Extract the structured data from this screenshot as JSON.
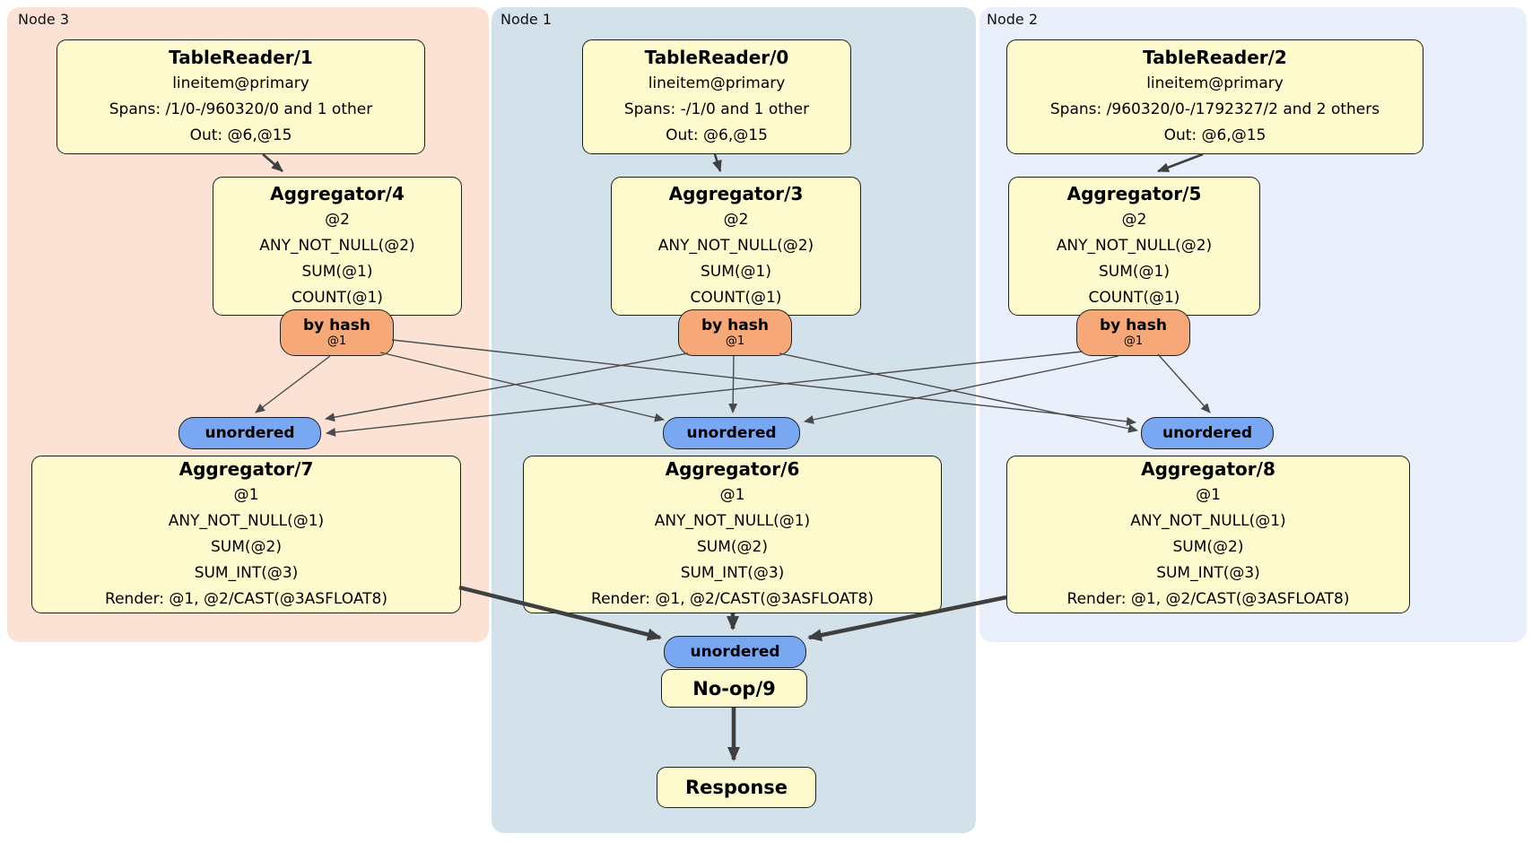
{
  "regions": [
    {
      "label": "Node 3",
      "fill": "#fbe2d5"
    },
    {
      "label": "Node 1",
      "fill": "#d2e1ea"
    },
    {
      "label": "Node 2",
      "fill": "#eaf0fb"
    }
  ],
  "processors": {
    "tablereader1": {
      "title": "TableReader/1",
      "lines": [
        "lineitem@primary",
        "Spans: /1/0-/960320/0 and 1 other",
        "Out: @6,@15"
      ]
    },
    "tablereader0": {
      "title": "TableReader/0",
      "lines": [
        "lineitem@primary",
        "Spans: -/1/0 and 1 other",
        "Out: @6,@15"
      ]
    },
    "tablereader2": {
      "title": "TableReader/2",
      "lines": [
        "lineitem@primary",
        "Spans: /960320/0-/1792327/2 and 2 others",
        "Out: @6,@15"
      ]
    },
    "aggregator4": {
      "title": "Aggregator/4",
      "lines": [
        "@2",
        "ANY_NOT_NULL(@2)",
        "SUM(@1)",
        "COUNT(@1)"
      ]
    },
    "aggregator3": {
      "title": "Aggregator/3",
      "lines": [
        "@2",
        "ANY_NOT_NULL(@2)",
        "SUM(@1)",
        "COUNT(@1)"
      ]
    },
    "aggregator5": {
      "title": "Aggregator/5",
      "lines": [
        "@2",
        "ANY_NOT_NULL(@2)",
        "SUM(@1)",
        "COUNT(@1)"
      ]
    },
    "aggregator7": {
      "title": "Aggregator/7",
      "lines": [
        "@1",
        "ANY_NOT_NULL(@1)",
        "SUM(@2)",
        "SUM_INT(@3)",
        "Render: @1, @2/CAST(@3ASFLOAT8)"
      ]
    },
    "aggregator6": {
      "title": "Aggregator/6",
      "lines": [
        "@1",
        "ANY_NOT_NULL(@1)",
        "SUM(@2)",
        "SUM_INT(@3)",
        "Render: @1, @2/CAST(@3ASFLOAT8)"
      ]
    },
    "aggregator8": {
      "title": "Aggregator/8",
      "lines": [
        "@1",
        "ANY_NOT_NULL(@1)",
        "SUM(@2)",
        "SUM_INT(@3)",
        "Render: @1, @2/CAST(@3ASFLOAT8)"
      ]
    },
    "noop": {
      "title": "No-op/9"
    },
    "response": {
      "title": "Response"
    }
  },
  "router": {
    "label": "by hash",
    "columns": "@1"
  },
  "sync": {
    "label": "unordered"
  },
  "edges": [
    {
      "from": "TableReader/1",
      "to": "Aggregator/4"
    },
    {
      "from": "TableReader/0",
      "to": "Aggregator/3"
    },
    {
      "from": "TableReader/2",
      "to": "Aggregator/5"
    },
    {
      "from": "Aggregator/4",
      "via": "by hash @1 / unordered",
      "to": "Aggregator/7"
    },
    {
      "from": "Aggregator/4",
      "via": "by hash @1 / unordered",
      "to": "Aggregator/6"
    },
    {
      "from": "Aggregator/4",
      "via": "by hash @1 / unordered",
      "to": "Aggregator/8"
    },
    {
      "from": "Aggregator/3",
      "via": "by hash @1 / unordered",
      "to": "Aggregator/7"
    },
    {
      "from": "Aggregator/3",
      "via": "by hash @1 / unordered",
      "to": "Aggregator/6"
    },
    {
      "from": "Aggregator/3",
      "via": "by hash @1 / unordered",
      "to": "Aggregator/8"
    },
    {
      "from": "Aggregator/5",
      "via": "by hash @1 / unordered",
      "to": "Aggregator/7"
    },
    {
      "from": "Aggregator/5",
      "via": "by hash @1 / unordered",
      "to": "Aggregator/6"
    },
    {
      "from": "Aggregator/5",
      "via": "by hash @1 / unordered",
      "to": "Aggregator/8"
    },
    {
      "from": "Aggregator/7",
      "via": "unordered",
      "to": "No-op/9"
    },
    {
      "from": "Aggregator/6",
      "via": "unordered",
      "to": "No-op/9"
    },
    {
      "from": "Aggregator/8",
      "via": "unordered",
      "to": "No-op/9"
    },
    {
      "from": "No-op/9",
      "to": "Response"
    }
  ],
  "colors": {
    "region_node3": "#fbe2d5",
    "region_node1": "#d2e1ea",
    "region_node2": "#eaf0fb",
    "processor_fill": "#fdfbce",
    "router_fill": "#f6a878",
    "sync_fill": "#7aa7f2",
    "border": "#1f1f1f",
    "edge": "#3f3f3f"
  }
}
